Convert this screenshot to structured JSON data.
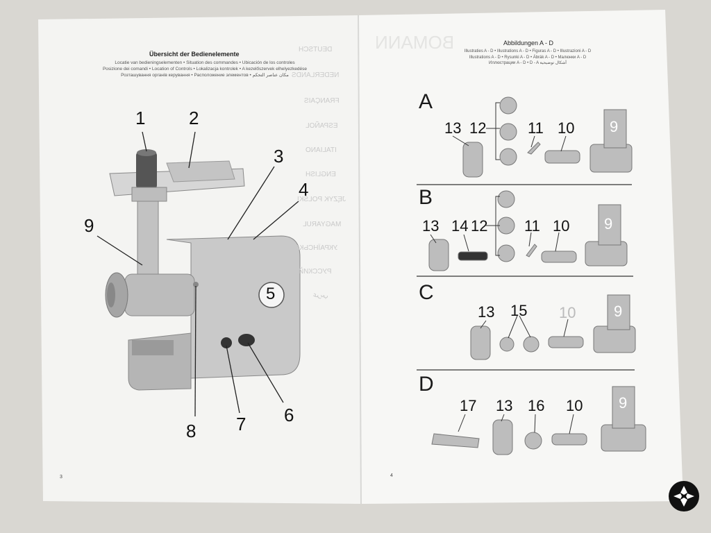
{
  "left_page": {
    "title": "Übersicht der Bedienelemente",
    "subtitle_lines": [
      "Locatie van bedieningselementen • Situation des commandes • Ubicación de los controles",
      "Posizione dei comandi • Location of Controls • Lokalizacja kontrolek • A kezelőszervek elhelyezkedése",
      "Розташування органів керування • Расположение элементов • مكان عناصر التحكم"
    ],
    "callouts": [
      "1",
      "2",
      "3",
      "4",
      "5",
      "6",
      "7",
      "8",
      "9"
    ],
    "page_number": "3",
    "bleed_through": [
      "DEUTSCH",
      "NEDERLANDS",
      "FRANÇAIS",
      "ESPAÑOL",
      "ITALIANO",
      "ENGLISH",
      "JĘZYK POLSKI",
      "MAGYARUL",
      "УКРАЇНСЬКА",
      "РУССКИЙ",
      "عربي"
    ]
  },
  "right_page": {
    "title": "Abbildungen A - D",
    "subtitle_lines": [
      "Illustraties A - D • Illustrations A - D • Figuras A - D • Illustrazioni A - D",
      "Illustrations A - D • Rysunki A - D • Ábrák A - D • Малюнки A - D",
      "Иллюстрации A - D • D - A أشكال توضيحية"
    ],
    "bleed_brand": "BOMANN",
    "sections": [
      {
        "letter": "A",
        "labels": [
          "13",
          "12",
          "11",
          "10",
          "9"
        ]
      },
      {
        "letter": "B",
        "labels": [
          "13",
          "14",
          "12",
          "11",
          "10",
          "9"
        ]
      },
      {
        "letter": "C",
        "labels": [
          "13",
          "15",
          "10",
          "9"
        ]
      },
      {
        "letter": "D",
        "labels": [
          "17",
          "13",
          "16",
          "10",
          "9"
        ]
      }
    ],
    "page_number": "4"
  }
}
